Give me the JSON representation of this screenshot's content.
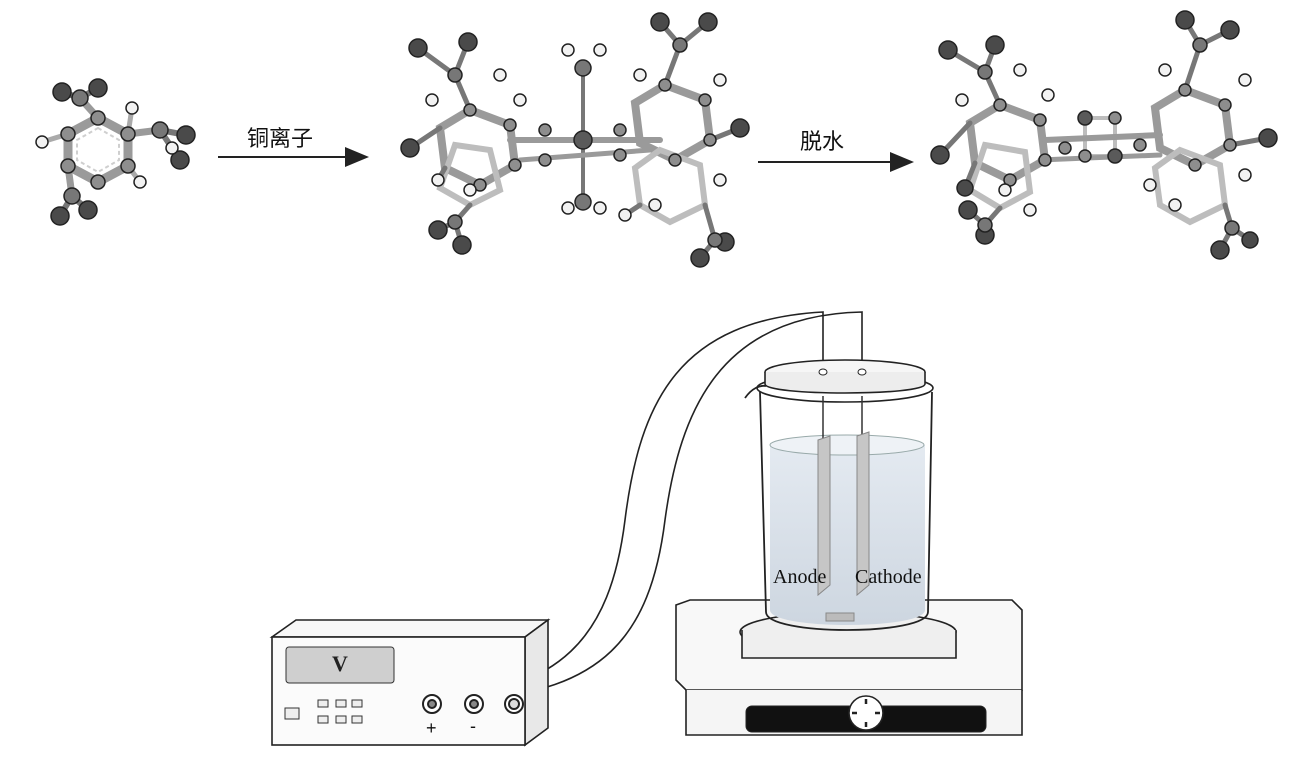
{
  "reaction": {
    "step1_label": "铜离子",
    "step2_label": "脱水"
  },
  "electrolysis": {
    "anode_label": "Anode",
    "cathode_label": "Cathode",
    "power_display": "V",
    "terminal_plus": "+",
    "terminal_minus": "-"
  },
  "colors": {
    "atom_dark": "#4a4a4a",
    "atom_mid": "#8e8e8e",
    "atom_light": "#f2f2f2",
    "bond": "#a9a9a9",
    "liquid": "#d9e2ec",
    "outline": "#222222"
  }
}
